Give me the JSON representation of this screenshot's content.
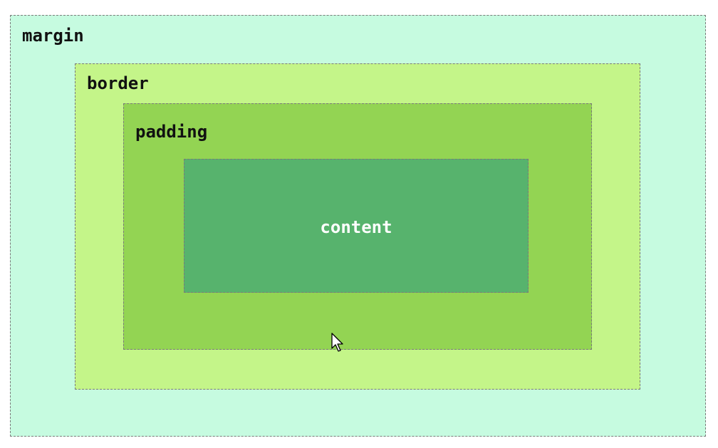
{
  "diagram": {
    "layers": [
      {
        "id": "margin",
        "label": "margin",
        "fill": "#c6fbe0"
      },
      {
        "id": "border",
        "label": "border",
        "fill": "#c4f589"
      },
      {
        "id": "padding",
        "label": "padding",
        "fill": "#93d453"
      },
      {
        "id": "content",
        "label": "content",
        "fill": "#57b36d"
      }
    ],
    "outline_style": "dashed",
    "cursor_icon": "arrow-pointer-icon"
  }
}
